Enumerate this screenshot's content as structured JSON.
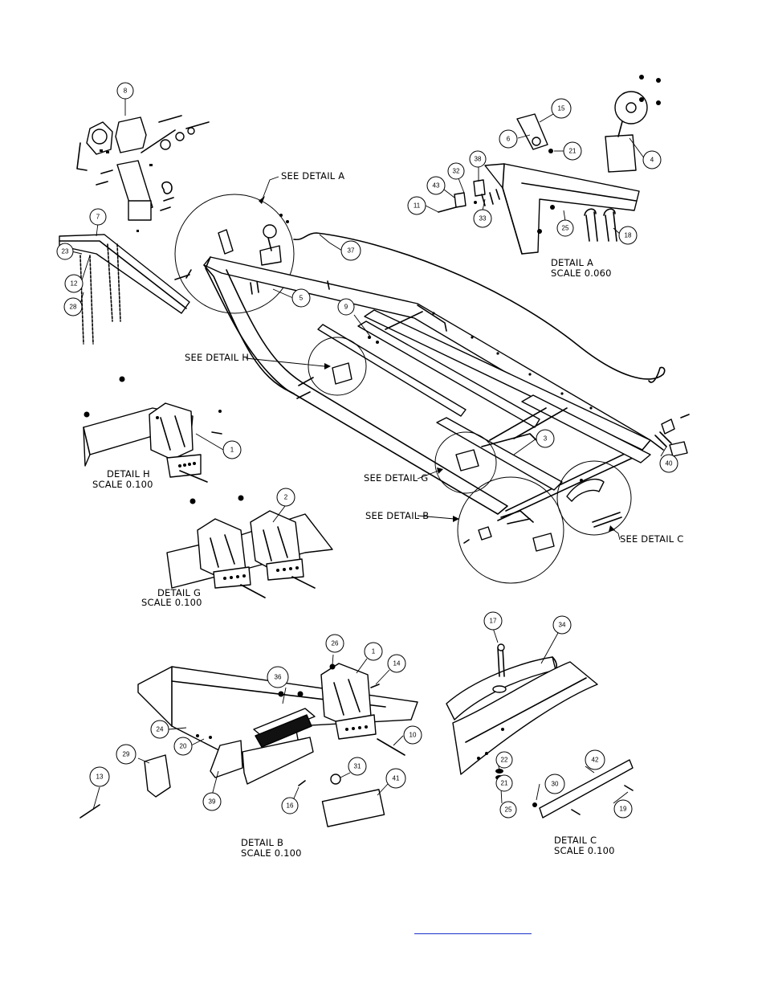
{
  "balloons": {
    "b8": "8",
    "b15": "15",
    "b6": "6",
    "b21": "21",
    "b4": "4",
    "b38": "38",
    "b32": "32",
    "b43": "43",
    "b11": "11",
    "b33": "33",
    "b25": "25",
    "b18": "18",
    "b7": "7",
    "b23": "23",
    "b12": "12",
    "b28": "28",
    "b37": "37",
    "b5": "5",
    "b9": "9",
    "b1": "1",
    "b3": "3",
    "b40": "40",
    "b2": "2",
    "b17": "17",
    "b34": "34",
    "b26": "26",
    "b1b": "1",
    "b14": "14",
    "b36": "36",
    "b24": "24",
    "b20": "20",
    "b29": "29",
    "b13": "13",
    "b39": "39",
    "b10": "10",
    "b31": "31",
    "b41": "41",
    "b16": "16",
    "b22": "22",
    "b42": "42",
    "b21b": "21",
    "b30": "30",
    "b25b": "25",
    "b19": "19"
  },
  "labels": {
    "see_detail_a": "SEE DETAIL  A",
    "detail_a": "DETAIL  A",
    "scale_a": "SCALE  0.060",
    "see_detail_h": "SEE DETAIL  H",
    "detail_h": "DETAIL  H",
    "scale_h": "SCALE  0.100",
    "see_detail_g": "SEE DETAIL  G",
    "see_detail_b": "SEE DETAIL  B",
    "see_detail_c": "SEE DETAIL  C",
    "detail_g": "DETAIL  G",
    "scale_g": "SCALE  0.100",
    "detail_b": "DETAIL  B",
    "scale_b": "SCALE  0.100",
    "detail_c": "DETAIL  C",
    "scale_c": "SCALE  0.100"
  },
  "colors": {
    "line": "#000000",
    "link": "#1a33cc",
    "background": "#ffffff"
  }
}
